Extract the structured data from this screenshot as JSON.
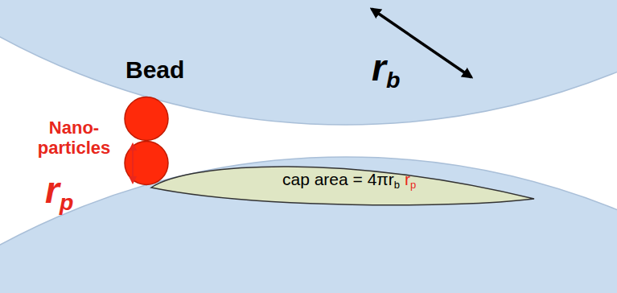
{
  "diagram": {
    "nodes": [
      {
        "text": [
          "Bead"
        ]
      },
      {
        "text": [
          "cap area = 4πrb rp"
        ]
      }
    ],
    "labels": [
      "Nano-particles",
      "rp",
      "rb"
    ]
  }
}
